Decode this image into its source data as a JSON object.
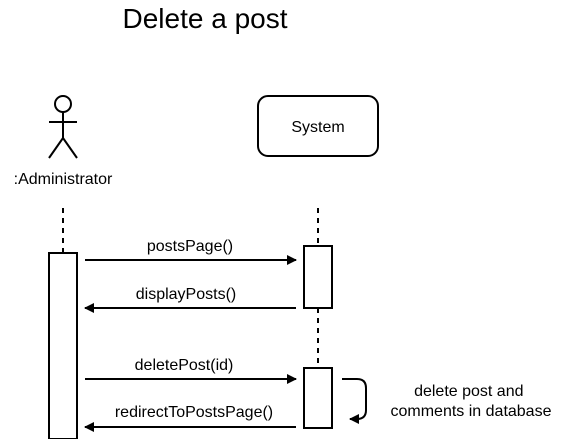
{
  "diagram": {
    "title": "Delete a post",
    "participants": [
      {
        "label": ":Administrator",
        "kind": "actor"
      },
      {
        "label": "System",
        "kind": "object"
      }
    ],
    "messages": [
      {
        "label": "postsPage()",
        "direction": "to-system"
      },
      {
        "label": "displayPosts()",
        "direction": "to-administrator"
      },
      {
        "label": "deletePost(id)",
        "direction": "to-system"
      },
      {
        "label": "redirectToPostsPage()",
        "direction": "to-administrator"
      }
    ],
    "self_call_note": "delete post and\ncomments in database",
    "self_call_note_lines": [
      "delete post and",
      "comments in database"
    ]
  },
  "colors": {
    "stroke": "#000000",
    "background": "#ffffff"
  }
}
